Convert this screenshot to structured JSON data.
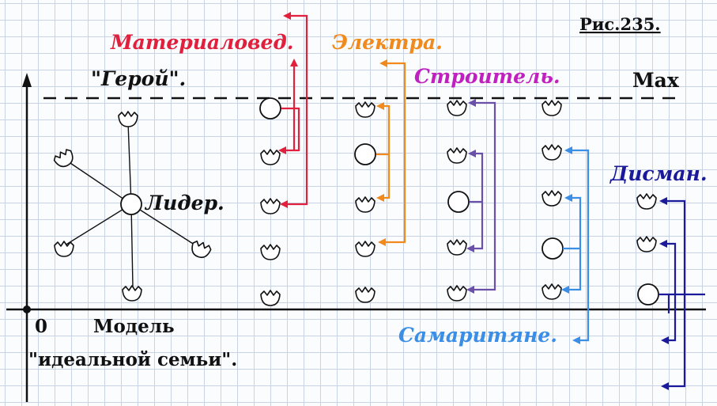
{
  "figure_label": "Рис.235.",
  "labels": {
    "hero": "\"Герой\".",
    "max": "Max",
    "leader": "Лидер.",
    "zero": "0",
    "caption_line1": "Модель",
    "caption_line2": "\"идеальной семьи\"."
  },
  "groups": [
    {
      "name": "Материаловед.",
      "color": "#e0203c"
    },
    {
      "name": "Электра.",
      "color": "#f08a1c"
    },
    {
      "name": "Строитель.",
      "color": "#c020c0"
    },
    {
      "name": "Самаритяне.",
      "color": "#3a8ee6"
    },
    {
      "name": "Дисман.",
      "color": "#1a1a9a"
    }
  ],
  "bracket_colors": {
    "materialoved": "#e0203c",
    "elektra": "#f08a1c",
    "stroitel": "#6a50a8",
    "samaritane": "#3a8ee6",
    "disman": "#1a1a9a"
  }
}
